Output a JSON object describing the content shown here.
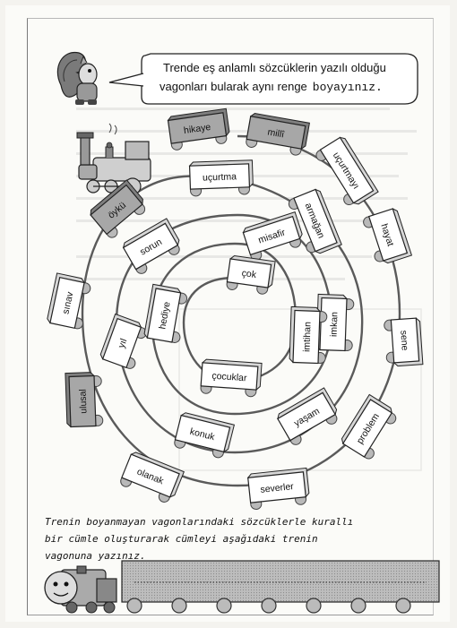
{
  "instruction": {
    "line1": "Trende eş anlamlı sözcüklerin yazılı olduğu",
    "line2_prefix": "vagonları bularak aynı renge",
    "line2_mono": "boyayınız."
  },
  "wagons": [
    {
      "label": "hikaye",
      "shaded": true
    },
    {
      "label": "millî",
      "shaded": true
    },
    {
      "label": "uçurtmayı",
      "shaded": false
    },
    {
      "label": "hayat",
      "shaded": false
    },
    {
      "label": "sene",
      "shaded": false
    },
    {
      "label": "problem",
      "shaded": false
    },
    {
      "label": "severler",
      "shaded": false
    },
    {
      "label": "olanak",
      "shaded": false
    },
    {
      "label": "ulusal",
      "shaded": true
    },
    {
      "label": "sınav",
      "shaded": false
    },
    {
      "label": "öykü",
      "shaded": true
    },
    {
      "label": "uçurtma",
      "shaded": false
    },
    {
      "label": "armağan",
      "shaded": false
    },
    {
      "label": "imkan",
      "shaded": false
    },
    {
      "label": "yaşam",
      "shaded": false
    },
    {
      "label": "konuk",
      "shaded": false
    },
    {
      "label": "yıl",
      "shaded": false
    },
    {
      "label": "sorun",
      "shaded": false
    },
    {
      "label": "misafir",
      "shaded": false
    },
    {
      "label": "imtihan",
      "shaded": false
    },
    {
      "label": "çocuklar",
      "shaded": false
    },
    {
      "label": "hediye",
      "shaded": false
    },
    {
      "label": "çok",
      "shaded": false
    }
  ],
  "bottom_instruction": {
    "line1": "Trenin boyanmayan vagonlarındaki sözcüklerle kurallı",
    "line2": "bir cümle oluşturarak cümleyi aşağıdaki trenin",
    "line3": "vagonuna yazınız."
  },
  "colors": {
    "shaded_wagon": "#a7a7a7",
    "wheel": "#b9b9b9",
    "track": "#5a5a5a"
  }
}
